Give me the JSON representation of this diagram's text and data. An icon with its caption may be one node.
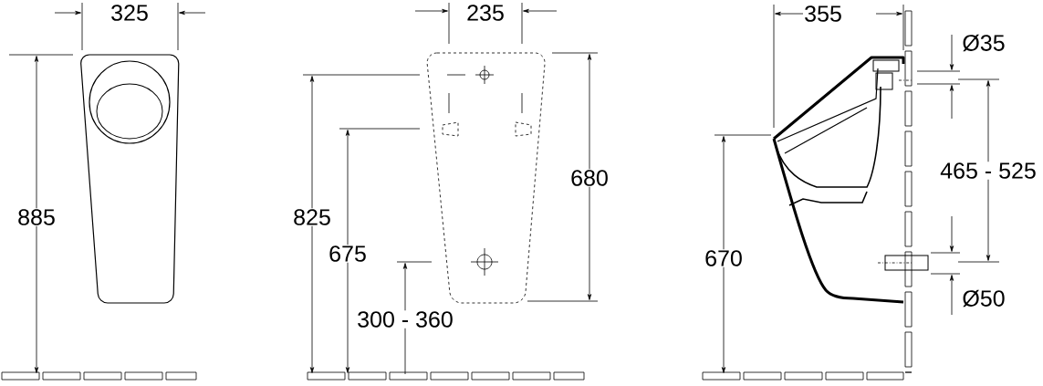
{
  "diagram": {
    "labels": [
      "325",
      "235",
      "355",
      "Ø35",
      "885",
      "825",
      "680",
      "465 - 525",
      "675",
      "670",
      "300 - 360",
      "Ø50"
    ]
  }
}
